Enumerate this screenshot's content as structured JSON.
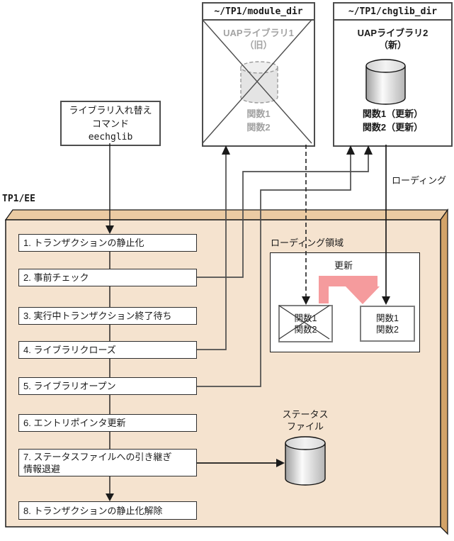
{
  "system_label": "TP1/EE",
  "libraries": {
    "old": {
      "dir": "~/TP1/module_dir",
      "name": "UAPライブラリ1\n（旧）",
      "functions": "関数1\n関数2"
    },
    "new": {
      "dir": "~/TP1/chglib_dir",
      "name": "UAPライブラリ2\n（新）",
      "functions": "関数1（更新）\n関数2（更新）"
    }
  },
  "command_box": {
    "line1": "ライブラリ入れ替え",
    "line2": "コマンド",
    "line3": "eechglib"
  },
  "labels": {
    "loading": "ローディング",
    "loading_area": "ローディング領域",
    "update": "更新",
    "status_file": "ステータス\nファイル"
  },
  "loading_area": {
    "old_module": "関数1\n関数2",
    "new_module": "関数1\n関数2"
  },
  "steps": [
    {
      "text": "1. トランザクションの静止化"
    },
    {
      "text": "2. 事前チェック"
    },
    {
      "text": "3. 実行中トランザクション終了待ち"
    },
    {
      "text": "4. ライブラリクローズ"
    },
    {
      "text": "5. ライブラリオープン"
    },
    {
      "text": "6. エントリポインタ更新"
    },
    {
      "text": "7. ステータスファイルへの引き継ぎ\n  情報退避"
    },
    {
      "text": "8. トランザクションの静止化解除"
    }
  ],
  "colors": {
    "panel_front": "#F5E3CF",
    "panel_top": "#EBCBA3",
    "panel_side": "#D3A368",
    "update_arrow": "#F59B9D",
    "connector": "#4d4d4d"
  }
}
